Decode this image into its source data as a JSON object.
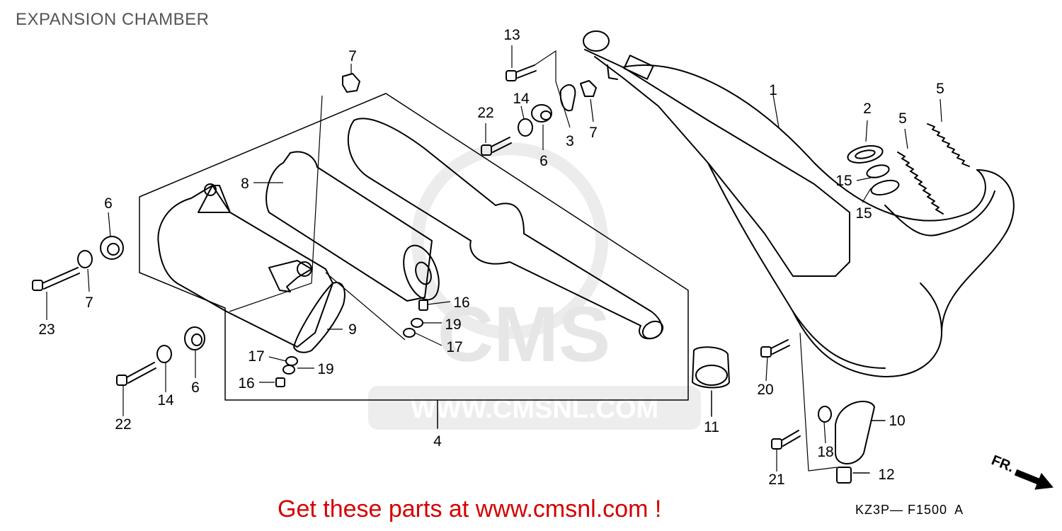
{
  "title": "EXPANSION CHAMBER",
  "callouts": [
    "13",
    "7",
    "22",
    "14",
    "6",
    "3",
    "7",
    "1",
    "2",
    "5",
    "5",
    "15",
    "15",
    "8",
    "6",
    "7",
    "23",
    "9",
    "16",
    "19",
    "17",
    "17",
    "19",
    "16",
    "22",
    "14",
    "6",
    "4",
    "11",
    "20",
    "10",
    "18",
    "21",
    "12"
  ],
  "footer": {
    "text": "Get these parts at www.cmsnl.com !"
  },
  "diagram_code": "KZ3P— F1500",
  "revision": "A",
  "direction_label": "FR.",
  "watermark": {
    "brand": "CMS",
    "url": "WWW.CMSNL.COM"
  },
  "colors": {
    "footer": "#d50000",
    "title": "#555555",
    "watermark": "#e6e6e6"
  }
}
